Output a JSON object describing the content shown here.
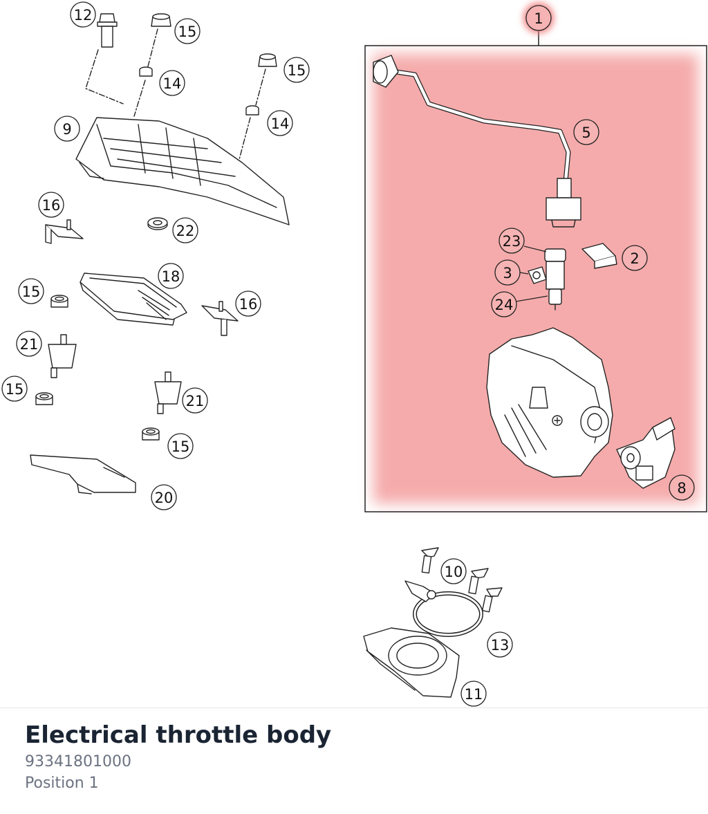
{
  "diagram": {
    "callouts": [
      {
        "id": "callout-1",
        "label": "1",
        "highlighted": true
      },
      {
        "id": "callout-2",
        "label": "2",
        "highlighted": true
      },
      {
        "id": "callout-3",
        "label": "3",
        "highlighted": true
      },
      {
        "id": "callout-5",
        "label": "5",
        "highlighted": true
      },
      {
        "id": "callout-8",
        "label": "8",
        "highlighted": true
      },
      {
        "id": "callout-9",
        "label": "9"
      },
      {
        "id": "callout-10",
        "label": "10"
      },
      {
        "id": "callout-11",
        "label": "11"
      },
      {
        "id": "callout-12",
        "label": "12"
      },
      {
        "id": "callout-13",
        "label": "13"
      },
      {
        "id": "callout-14a",
        "label": "14"
      },
      {
        "id": "callout-14b",
        "label": "14"
      },
      {
        "id": "callout-15a",
        "label": "15"
      },
      {
        "id": "callout-15b",
        "label": "15"
      },
      {
        "id": "callout-15c",
        "label": "15"
      },
      {
        "id": "callout-15d",
        "label": "15"
      },
      {
        "id": "callout-15e",
        "label": "15"
      },
      {
        "id": "callout-16a",
        "label": "16"
      },
      {
        "id": "callout-16b",
        "label": "16"
      },
      {
        "id": "callout-18",
        "label": "18"
      },
      {
        "id": "callout-20",
        "label": "20"
      },
      {
        "id": "callout-21a",
        "label": "21"
      },
      {
        "id": "callout-21b",
        "label": "21"
      },
      {
        "id": "callout-22",
        "label": "22"
      },
      {
        "id": "callout-23",
        "label": "23",
        "highlighted": true
      },
      {
        "id": "callout-24",
        "label": "24",
        "highlighted": true
      }
    ],
    "colors": {
      "highlight": "#f6b3b3",
      "highlight_stroke": "#c0392b",
      "line": "#222222"
    }
  },
  "footer": {
    "title": "Electrical throttle body",
    "part_number": "93341801000",
    "position": "Position 1"
  }
}
